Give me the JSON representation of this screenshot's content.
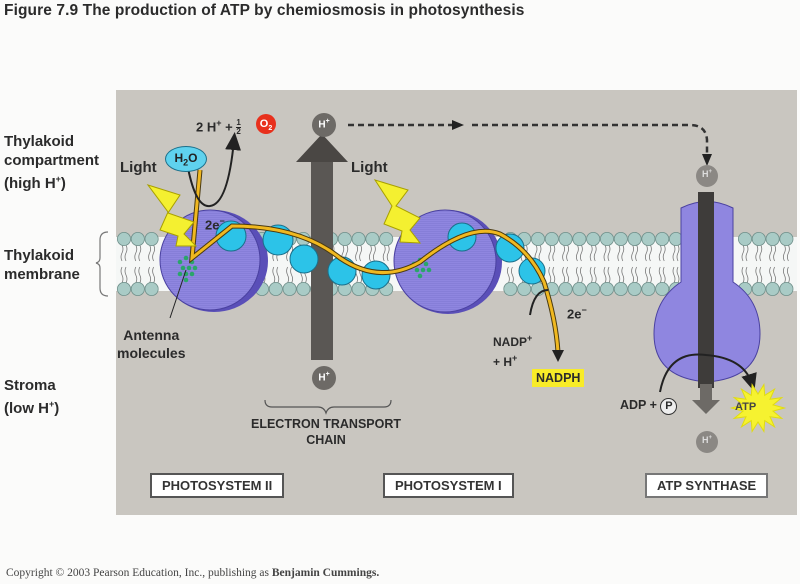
{
  "figure": {
    "title": "Figure 7.9  The production of ATP by chemiosmosis in photosynthesis",
    "copyright_prefix": "Copyright © 2003 Pearson Education, Inc., publishing as ",
    "copyright_publisher": "Benjamin Cummings."
  },
  "side_labels": {
    "thylakoid_compartment": [
      "Thylakoid",
      "compartment",
      "(high H",
      "+",
      ")"
    ],
    "thylakoid_membrane": [
      "Thylakoid",
      "membrane"
    ],
    "stroma": [
      "Stroma",
      "(low H",
      "+",
      ")"
    ]
  },
  "labels": {
    "light_1": "Light",
    "light_2": "Light",
    "water": "H",
    "water_sub": "2",
    "water_o": "O",
    "products_prefix": "2 H",
    "products_sup": "+",
    "products_plus": " + ",
    "half_num": "1",
    "half_den": "2",
    "oxygen": "O",
    "oxygen_sub": "2",
    "electrons_1": "2e",
    "electrons_1_sup": "−",
    "electrons_2": "2e",
    "electrons_2_sup": "−",
    "antenna": [
      "Antenna",
      "molecules"
    ],
    "proton": "H",
    "proton_sup": "+",
    "etc": [
      "ELECTRON TRANSPORT",
      "CHAIN"
    ],
    "nadp": "NADP",
    "nadp_sup": "+",
    "nadp_h": "+ H",
    "nadp_h_sup": "+",
    "nadph": "NADPH",
    "adp": "ADP + ",
    "phosphate": "P",
    "atp": "ATP"
  },
  "boxes": {
    "ps2": "PHOTOSYSTEM II",
    "ps1": "PHOTOSYSTEM I",
    "atp_synthase": "ATP SYNTHASE"
  },
  "colors": {
    "panel": "#c9c6c0",
    "photosystem": "#8f86e0",
    "photosystem_edge": "#5a4fb8",
    "carrier": "#2cc3e8",
    "electron_path": "#f0b820",
    "light": "#f4f030",
    "oxygen": "#e8301c",
    "water": "#5fd2ee",
    "proton": "#6d6a66",
    "nadph_highlight": "#f8ec28",
    "atp_burst": "#f6f230",
    "lipid_head": "#a9cbc6"
  }
}
